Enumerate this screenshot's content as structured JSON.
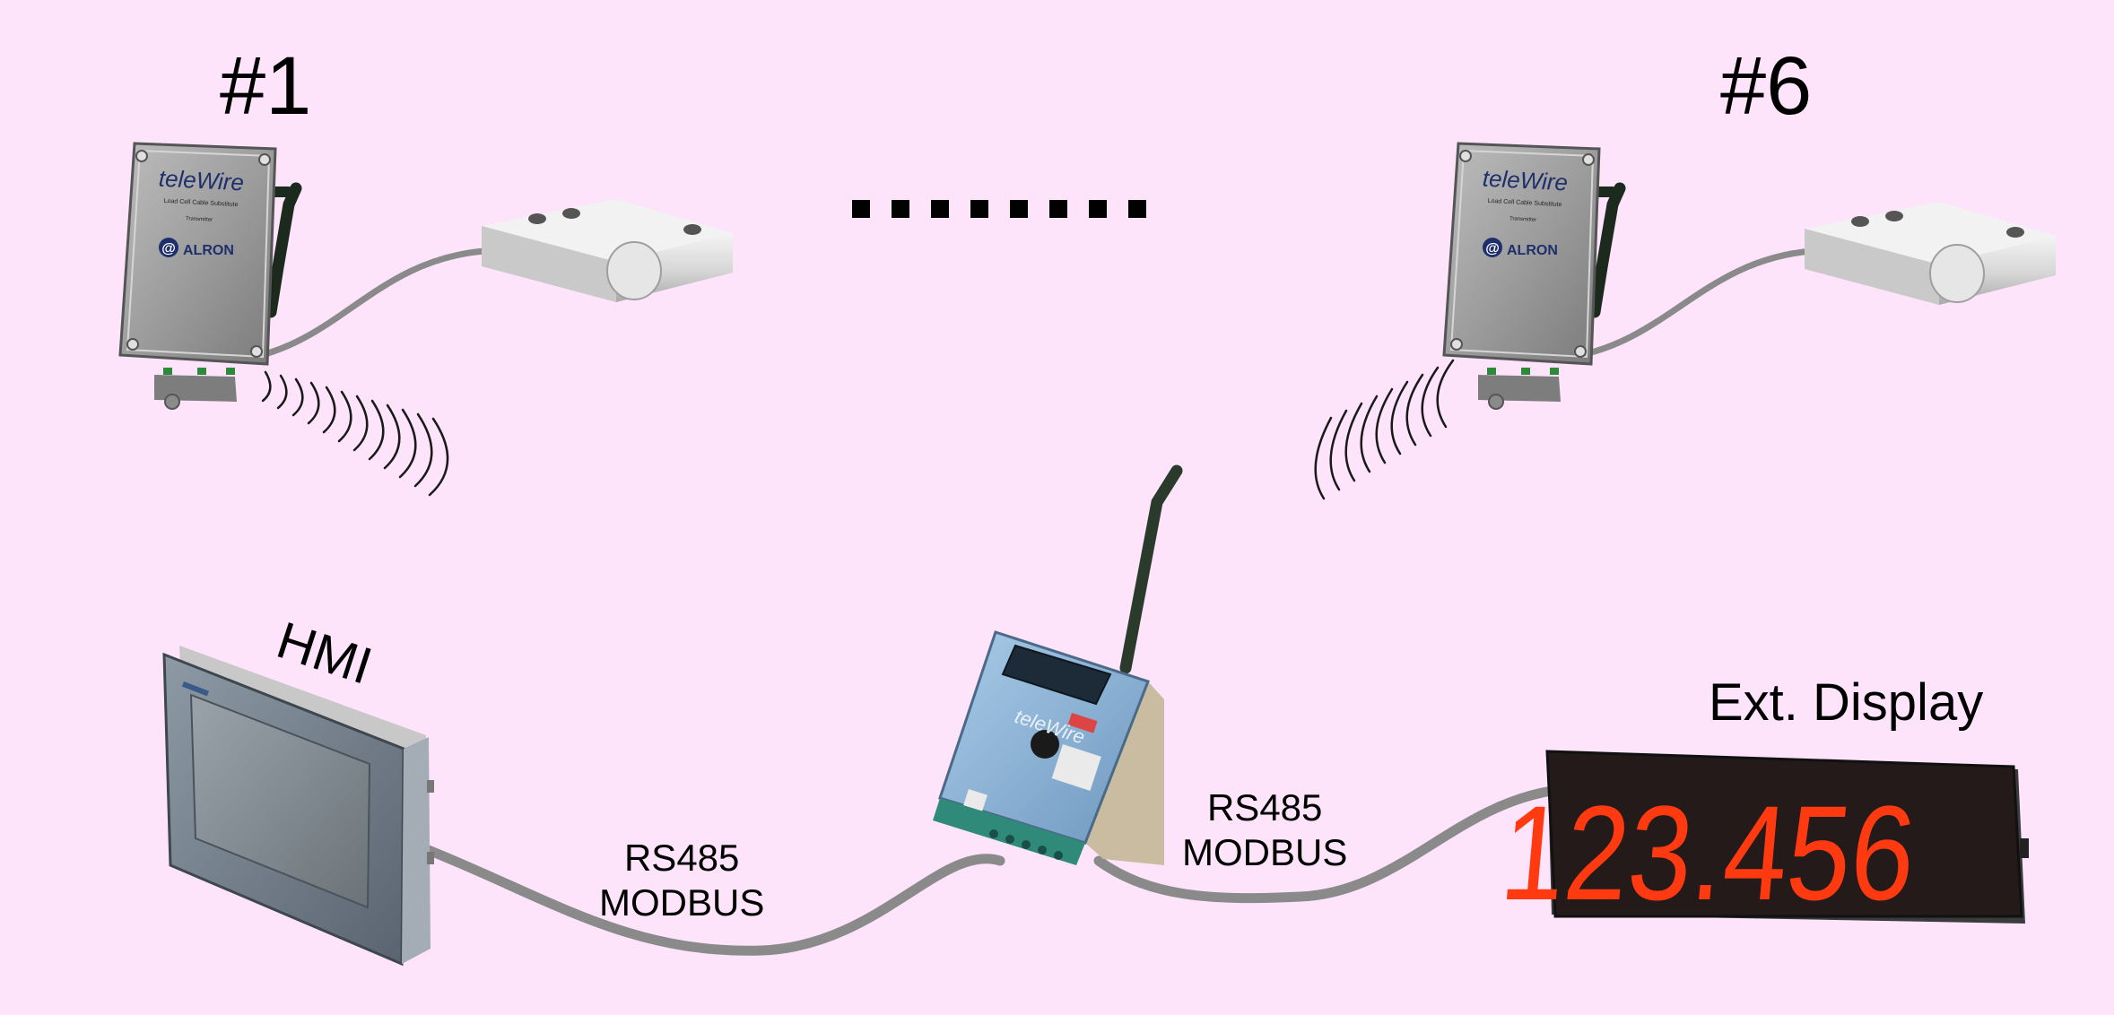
{
  "labels": {
    "node_first": "#1",
    "node_last": "#6",
    "hmi": "HMI",
    "ext_display": "Ext. Display",
    "link_left": {
      "line1": "RS485",
      "line2": "MODBUS"
    },
    "link_right": {
      "line1": "RS485",
      "line2": "MODBUS"
    }
  },
  "transmitter": {
    "brand": "teleWire",
    "subtitle": "Load Cell Cable Substitute",
    "type": "Transmitter",
    "maker": "ALRON",
    "maker_symbol": "@"
  },
  "receiver": {
    "brand": "teleWire"
  },
  "display": {
    "reading": "123.456"
  },
  "ellipsis": {
    "dot_count": 8
  },
  "colors": {
    "background": "#fde4fb",
    "display_digits": "#ff3a10",
    "cable": "#8a8a8a",
    "receiver_body": "#8fb6d8"
  },
  "icons": {
    "transmitter": "wireless-transmitter-icon",
    "load_cell": "load-cell-icon",
    "receiver": "wireless-receiver-icon",
    "hmi": "hmi-panel-icon",
    "display": "led-display-icon",
    "signal": "radio-waves-icon"
  }
}
